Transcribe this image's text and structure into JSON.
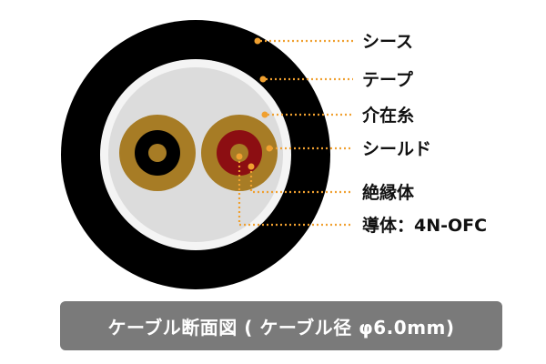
{
  "labels": {
    "sheath": "シース",
    "tape": "テープ",
    "filler": "介在糸",
    "shield": "シールド",
    "insulator": "絶縁体",
    "conductor": "導体：4N-OFC"
  },
  "caption": "ケーブル断面図 ( ケーブル径 φ6.0mm)",
  "colors": {
    "sheath": "#000000",
    "tape": "#f4f4f4",
    "filler": "#dcdcdc",
    "shield": "#a77c25",
    "insulator_left": "#000000",
    "insulator_right": "#8c0e12",
    "conductor": "#a77c25",
    "leader": "#f0a030",
    "caption_bg": "#7a7a7a"
  }
}
